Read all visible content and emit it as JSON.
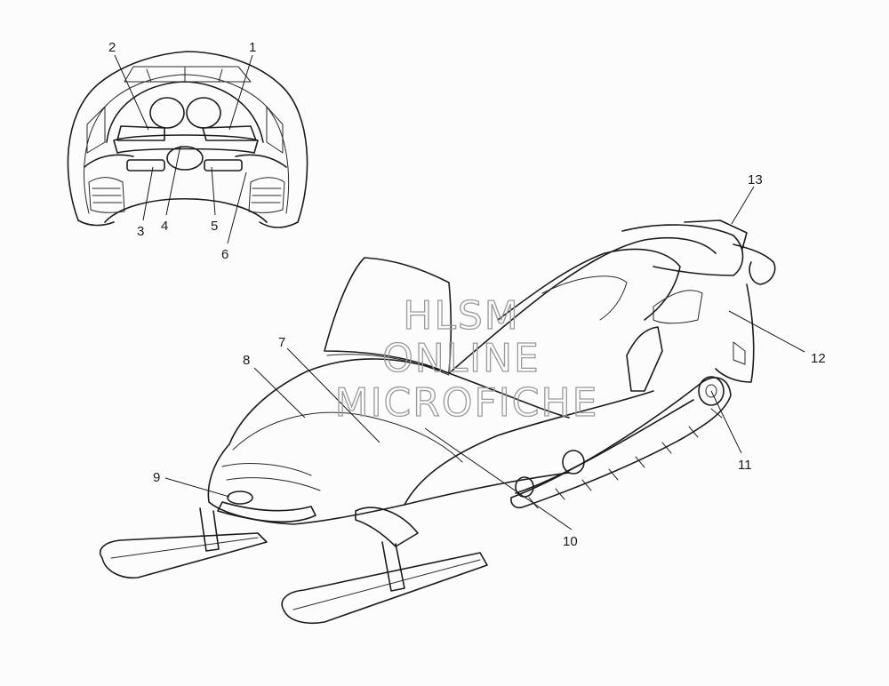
{
  "callouts": {
    "c1": "1",
    "c2": "2",
    "c3": "3",
    "c4": "4",
    "c5": "5",
    "c6": "6",
    "c7": "7",
    "c8": "8",
    "c9": "9",
    "c10": "10",
    "c11": "11",
    "c12": "12",
    "c13": "13"
  },
  "watermark": {
    "line1": "HLSM",
    "line2": "ONLINE",
    "line3": "MICROFICHE"
  },
  "colors": {
    "ink": "#1c1c1c",
    "watermark": "#9a9a9a",
    "paper": "#fcfcfc"
  }
}
